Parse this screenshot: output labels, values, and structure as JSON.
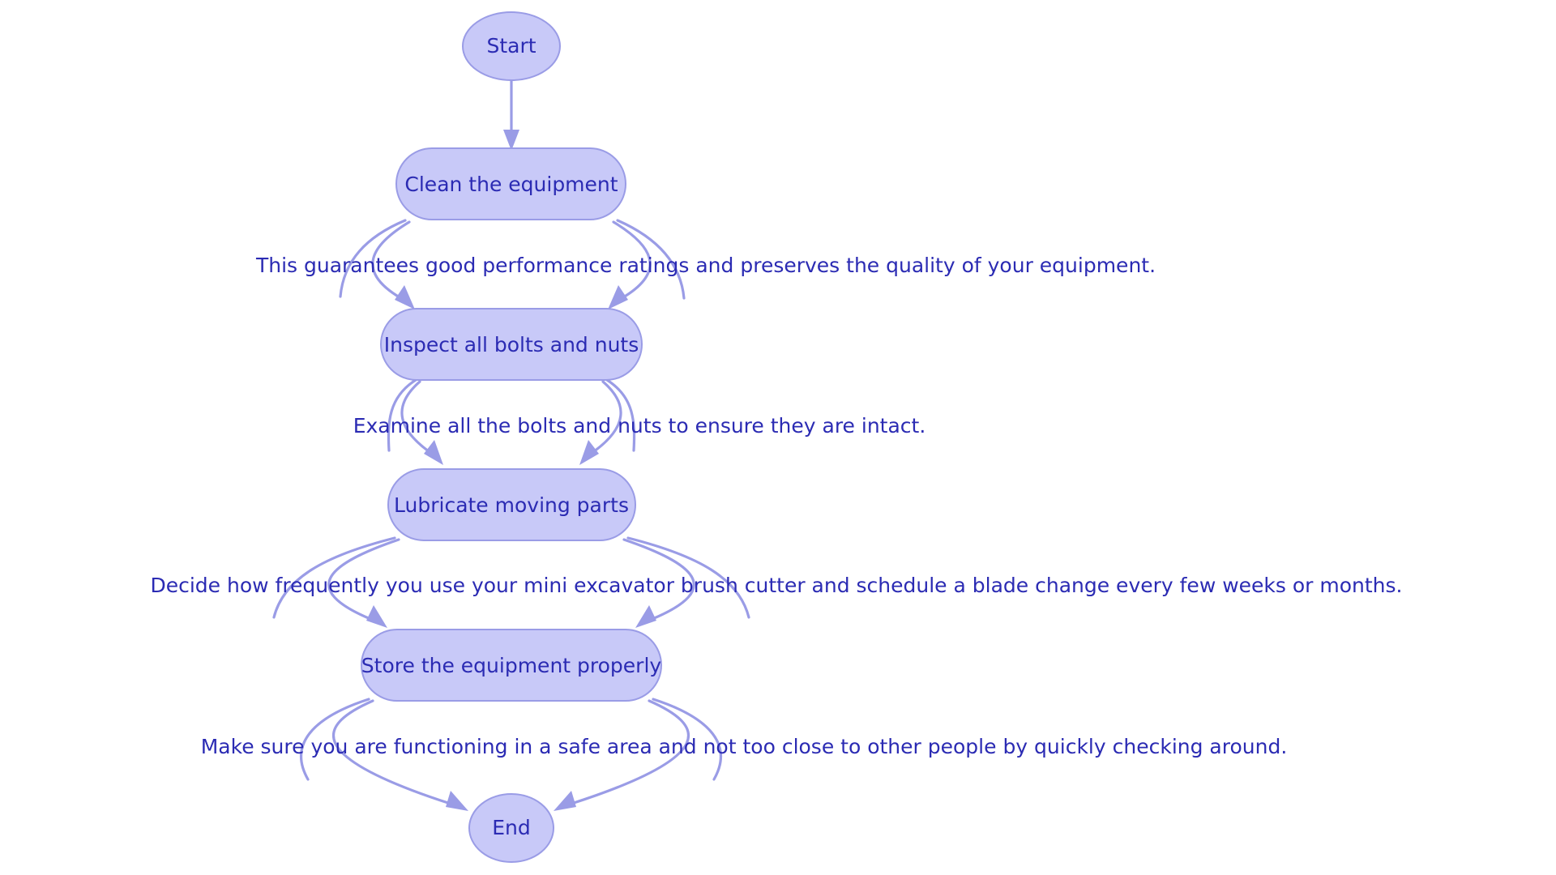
{
  "diagram": {
    "type": "flowchart",
    "orientation": "top-to-bottom",
    "background_color": "#ffffff",
    "node_fill_color": "#c8c9f8",
    "node_stroke_color": "#9a9ce6",
    "text_color": "#2b2bb3",
    "edge_color": "#9a9ce6"
  },
  "nodes": [
    {
      "id": "start",
      "label": "Start",
      "shape": "ellipse"
    },
    {
      "id": "clean",
      "label": "Clean the equipment",
      "shape": "stadium"
    },
    {
      "id": "inspect",
      "label": "Inspect all bolts and nuts",
      "shape": "stadium"
    },
    {
      "id": "lubricate",
      "label": "Lubricate moving parts",
      "shape": "stadium"
    },
    {
      "id": "store",
      "label": "Store the equipment properly",
      "shape": "stadium"
    },
    {
      "id": "end",
      "label": "End",
      "shape": "ellipse"
    }
  ],
  "edges": [
    {
      "id": "e0",
      "from": "start",
      "to": "clean",
      "label": ""
    },
    {
      "id": "e1",
      "from": "clean",
      "to": "inspect",
      "label": "This guarantees good performance ratings and preserves the quality of your equipment."
    },
    {
      "id": "e2",
      "from": "inspect",
      "to": "lubricate",
      "label": "Examine all the bolts and nuts to ensure they are intact."
    },
    {
      "id": "e3",
      "from": "lubricate",
      "to": "store",
      "label": "Decide how frequently you use your mini excavator brush cutter and schedule a blade change every few weeks or months."
    },
    {
      "id": "e4",
      "from": "store",
      "to": "end",
      "label": "Make sure you are functioning in a safe area and not too close to other people by quickly checking around."
    }
  ]
}
